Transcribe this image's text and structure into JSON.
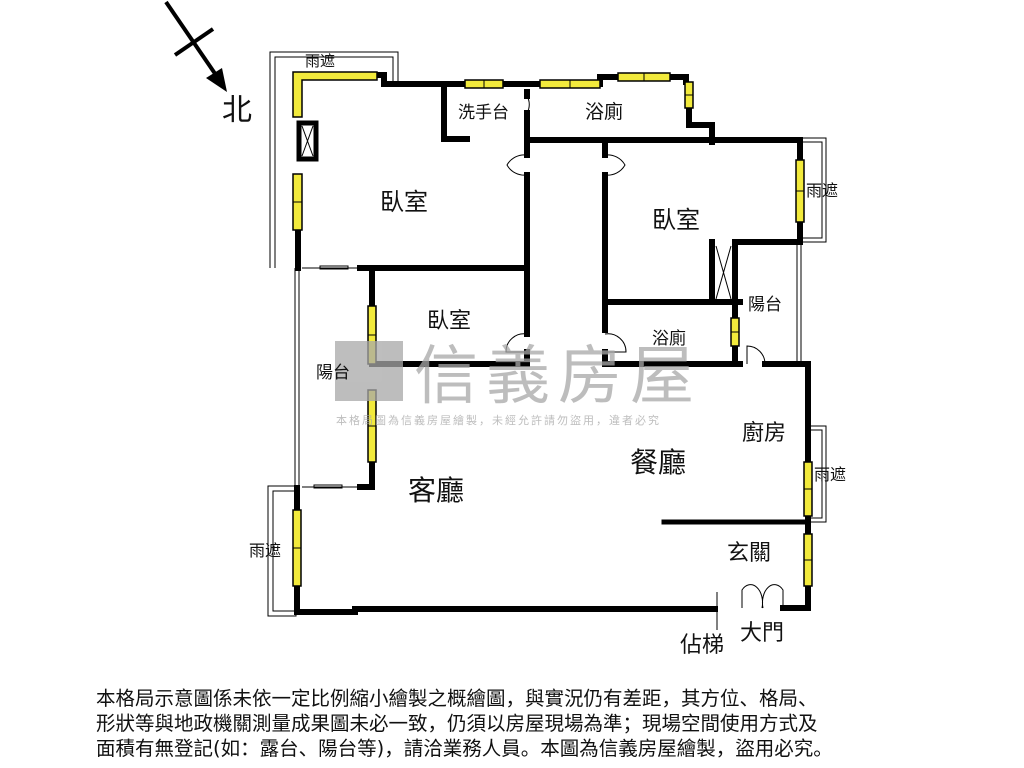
{
  "compass": {
    "label": "北",
    "icon": "north-arrow-icon"
  },
  "rooms": {
    "bedroom_nw": "臥室",
    "bedroom_ne": "臥室",
    "bedroom_mid": "臥室",
    "washbasin": "洗手台",
    "bathroom_top": "浴廁",
    "bathroom_mid": "浴廁",
    "balcony_east": "陽台",
    "balcony_west": "陽台",
    "living_room": "客廳",
    "dining_room": "餐廳",
    "kitchen": "廚房",
    "entrance": "玄關",
    "main_door": "大門",
    "elevator": "佔梯"
  },
  "canopies": {
    "top": "雨遮",
    "east_upper": "雨遮",
    "east_lower": "雨遮",
    "west_lower": "雨遮"
  },
  "watermark": {
    "brand": "信義房屋",
    "notice": "本格局圖為信義房屋繪製，未經允許請勿盜用，違者必究"
  },
  "disclaimer": {
    "line1": "本格局示意圖係未依一定比例縮小繪製之概繪圖，與實況仍有差距，其方位、格局、",
    "line2": "形狀等與地政機關測量成果圖未必一致，仍須以房屋現場為準；現場空間使用方式及",
    "line3": "面積有無登記(如：露台、陽台等)，請洽業務人員。本圖為信義房屋繪製，盜用必究。"
  },
  "colors": {
    "wall": "#000000",
    "window": "#f2ea3c",
    "watermark": "#a8a8a8",
    "background": "#ffffff"
  }
}
